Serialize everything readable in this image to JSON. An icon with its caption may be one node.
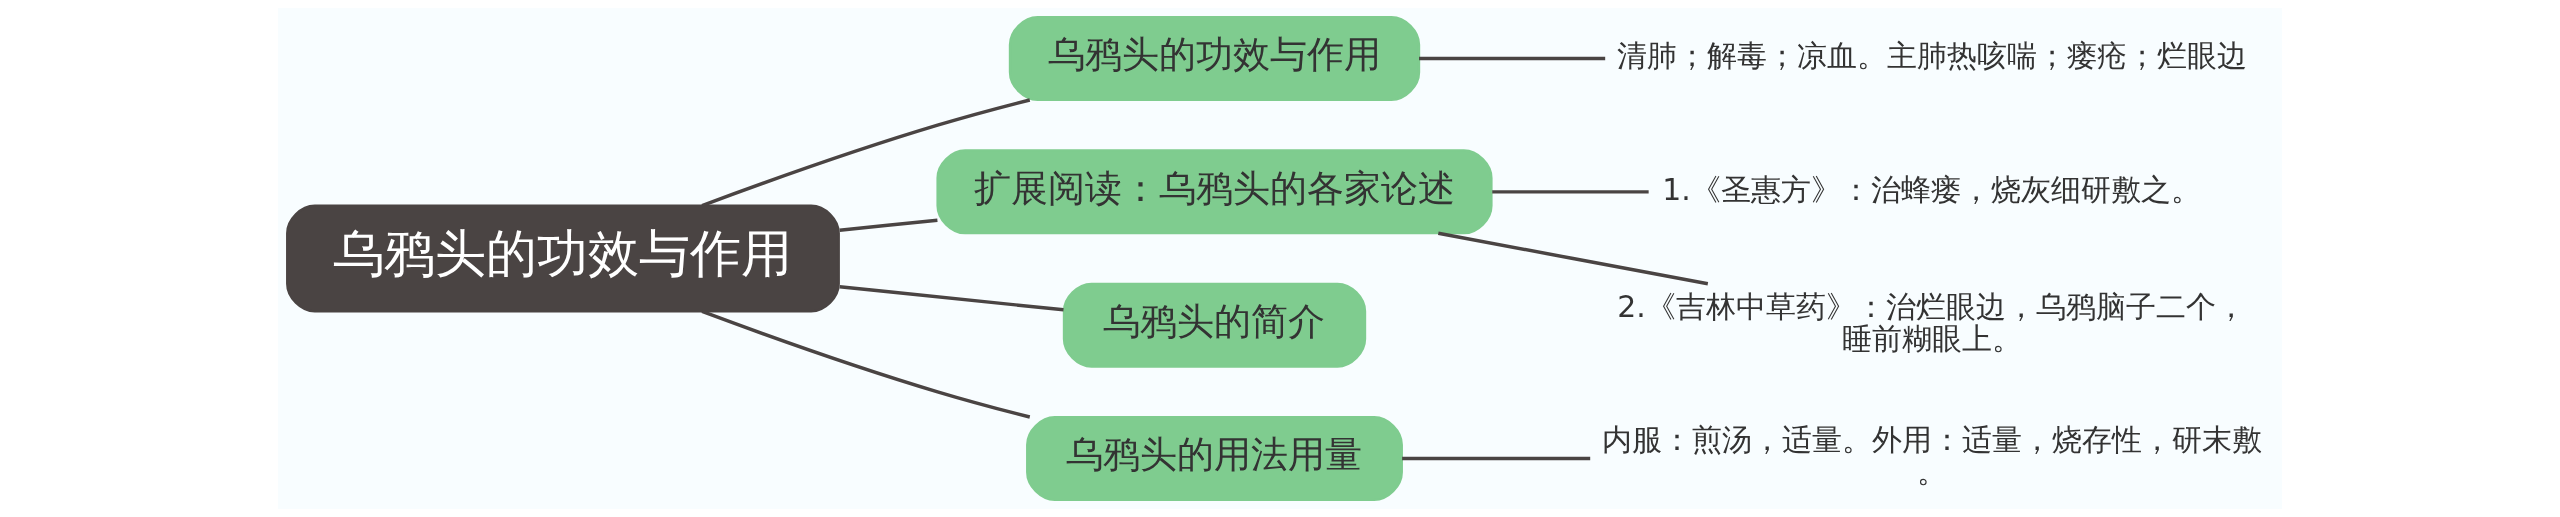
{
  "diagram": {
    "nodes": [
      {
        "text": [
          "乌鸦头的功效与作用"
        ]
      },
      {
        "text": [
          "乌鸦头的功效与作用"
        ]
      },
      {
        "text": [
          "清肺；解毒；凉血。主肺热咳喘；瘘疮；烂眼边"
        ]
      },
      {
        "text": [
          "扩展阅读：乌鸦头的各家论述"
        ]
      },
      {
        "text": [
          "1.《圣惠方》：治蜂瘘，烧灰细研敷之。"
        ]
      },
      {
        "text": [
          "2.《吉林中草药》：治烂眼边，乌鸦脑子二个，睡前糊眼上。"
        ]
      },
      {
        "text": [
          "乌鸦头的简介"
        ]
      },
      {
        "text": [
          "乌鸦头的用法用量"
        ]
      },
      {
        "text": [
          "内服：煎汤，适量。外用：适量，烧存性，研末敷。"
        ]
      }
    ],
    "edges": [
      {
        "from": 0,
        "to": 1,
        "arrow": "none"
      },
      {
        "from": 1,
        "to": 2,
        "arrow": "none"
      },
      {
        "from": 0,
        "to": 3,
        "arrow": "none"
      },
      {
        "from": 3,
        "to": 4,
        "arrow": "none"
      },
      {
        "from": 3,
        "to": 5,
        "arrow": "none"
      },
      {
        "from": 0,
        "to": 6,
        "arrow": "none"
      },
      {
        "from": 0,
        "to": 7,
        "arrow": "none"
      },
      {
        "from": 7,
        "to": 8,
        "arrow": "none"
      }
    ]
  }
}
